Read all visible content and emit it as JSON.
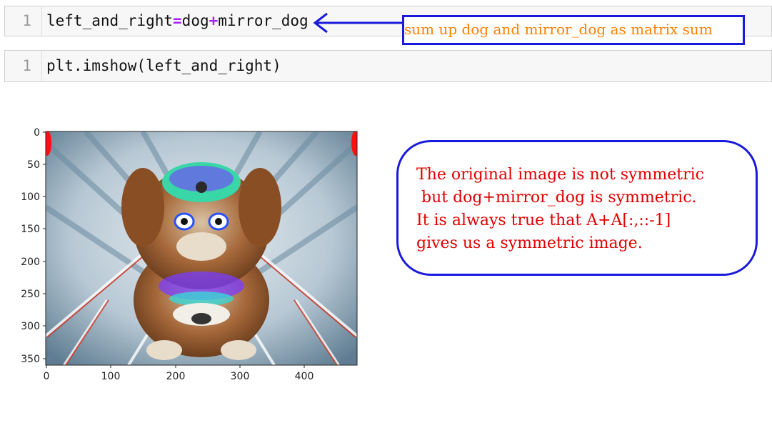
{
  "cells": [
    {
      "line_number": "1",
      "code_parts": [
        "left_and_right",
        "=",
        "dog",
        "+",
        "mirror_dog"
      ]
    },
    {
      "line_number": "1",
      "code": "plt.imshow(left_and_right)"
    }
  ],
  "annotation": {
    "text": "sum up dog and mirror_dog as matrix sum",
    "text_color": "#ff8000",
    "border_color": "#1a1add"
  },
  "plot": {
    "y_ticks": [
      "0",
      "50",
      "100",
      "150",
      "200",
      "250",
      "300",
      "350"
    ],
    "x_ticks": [
      "0",
      "100",
      "200",
      "300",
      "400"
    ]
  },
  "note": {
    "lines": [
      "The original image is not symmetric",
      " but dog+mirror_dog is symmetric.",
      "It is always true that A+A[:,::-1]",
      "gives us a symmetric image."
    ],
    "text_color": "#e00000",
    "border_color": "#1a1add"
  }
}
